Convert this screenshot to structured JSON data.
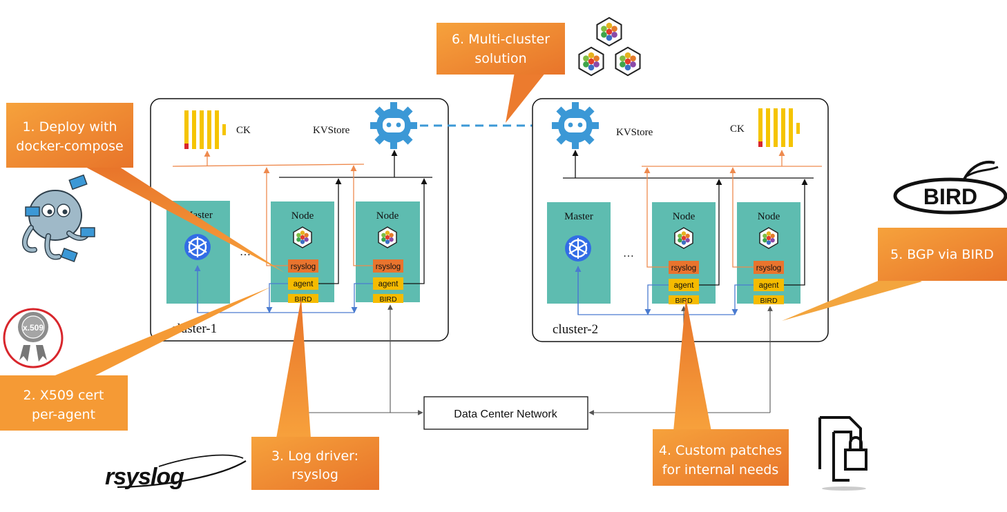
{
  "callouts": {
    "c1": {
      "line1": "1. Deploy with",
      "line2": "docker-compose"
    },
    "c2": {
      "line1": "2. X509 cert",
      "line2": "per-agent"
    },
    "c3": {
      "line1": "3. Log driver:",
      "line2": "rsyslog"
    },
    "c4": {
      "line1": "4. Custom patches",
      "line2": "for internal needs"
    },
    "c5": {
      "line1": "5. BGP via BIRD"
    },
    "c6": {
      "line1": "6. Multi-cluster",
      "line2": "solution"
    }
  },
  "cluster1": {
    "label": "cluster-1",
    "ck": "CK",
    "kvstore": "KVStore",
    "master": "Master",
    "node_a": "Node",
    "node_b": "Node",
    "ellipsis": "…",
    "rsyslog": "rsyslog",
    "agent": "agent",
    "bird": "BIRD"
  },
  "cluster2": {
    "label": "cluster-2",
    "ck": "CK",
    "kvstore": "KVStore",
    "master": "Master",
    "node_a": "Node",
    "node_b": "Node",
    "ellipsis": "…",
    "rsyslog": "rsyslog",
    "agent": "agent",
    "bird": "BIRD"
  },
  "network": {
    "label": "Data Center Network"
  },
  "logos": {
    "bird": "BIRD",
    "rsyslog": "rsyslog",
    "x509": "x.509"
  },
  "colors": {
    "callout": "#F0902F",
    "callout_dark": "#E7772B",
    "teal": "#5EBCB0",
    "rsyslog": "#E9742E",
    "agent": "#F5BB00",
    "bird": "#F5BB00",
    "ck": "#F5C400",
    "kvstore": "#3B98D6",
    "blue_line": "#4A7BD0",
    "orange_line": "#EE8A4E"
  }
}
